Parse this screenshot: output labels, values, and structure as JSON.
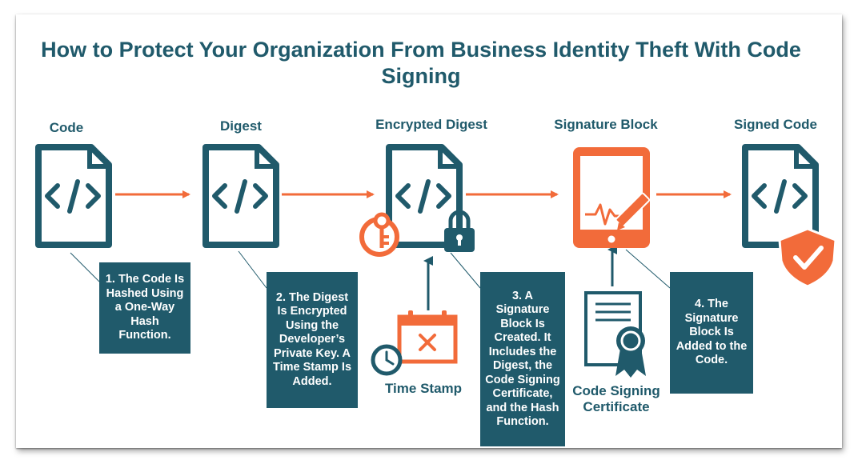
{
  "title": "How to Protect Your Organization From Business Identity Theft With Code Signing",
  "stages": {
    "code": "Code",
    "digest": "Digest",
    "encrypted_digest": "Encrypted Digest",
    "signature_block": "Signature Block",
    "signed_code": "Signed Code"
  },
  "inputs": {
    "time_stamp": "Time Stamp",
    "code_signing_certificate": "Code Signing Certificate"
  },
  "steps": [
    "1. The Code Is Hashed Using a One-Way Hash Function.",
    "2. The Digest Is Encrypted Using the Developer’s Private Key. A Time Stamp Is Added.",
    "3. A Signature Block Is Created. It Includes the Digest, the Code Signing Certificate, and the Hash Function.",
    "4. The Signature Block Is Added to the Code."
  ],
  "icon_code_symbol": "</>",
  "colors": {
    "teal": "#205a6b",
    "orange": "#f26b3a",
    "white": "#ffffff"
  }
}
